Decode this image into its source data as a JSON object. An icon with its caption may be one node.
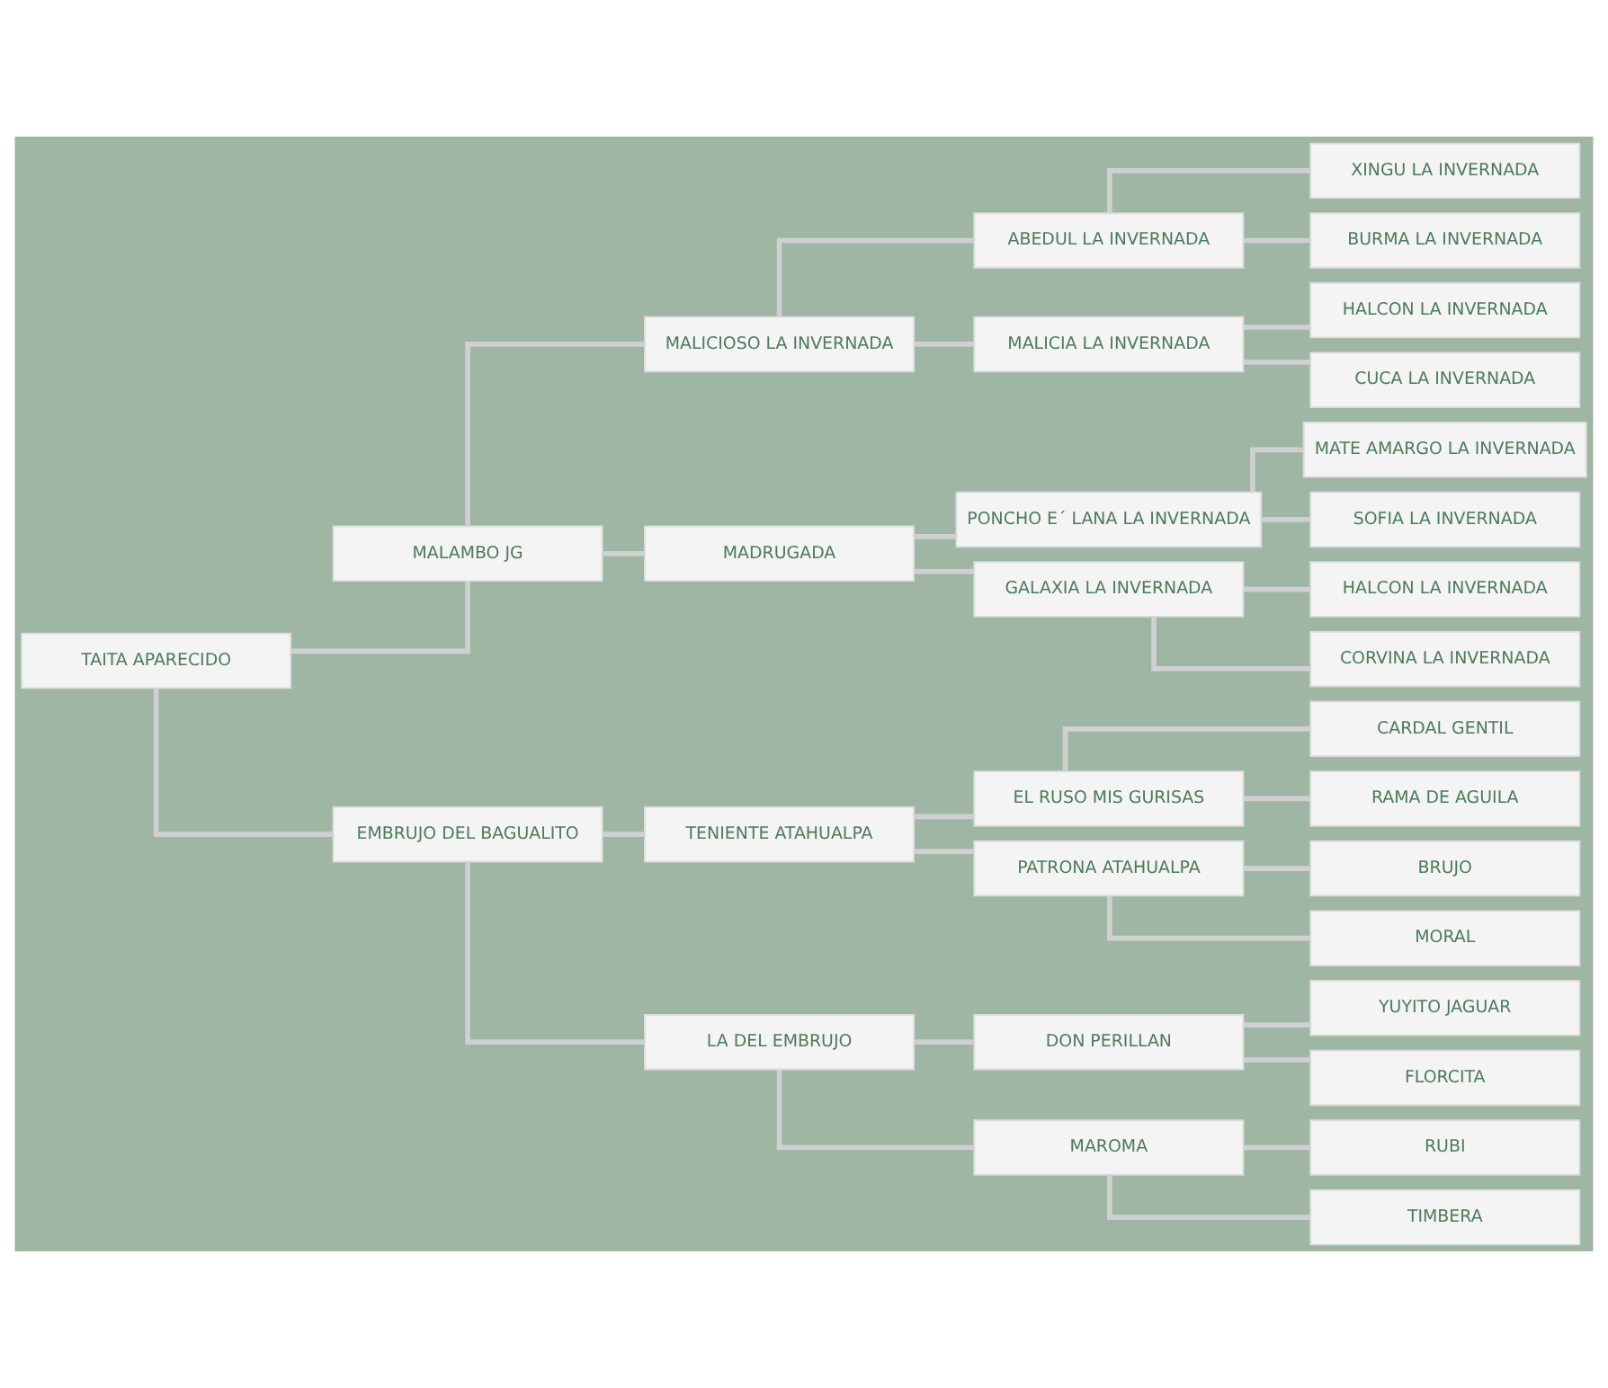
{
  "diagram": {
    "nodes": [
      {
        "text": [
          "TAITA APARECIDO"
        ]
      },
      {
        "text": [
          "MALAMBO JG"
        ]
      },
      {
        "text": [
          "MALICIOSO LA INVERNADA"
        ]
      },
      {
        "text": [
          "ABEDUL LA INVERNADA"
        ]
      },
      {
        "text": [
          "XINGU LA INVERNADA"
        ]
      },
      {
        "text": [
          "BURMA LA INVERNADA"
        ]
      },
      {
        "text": [
          "MALICIA LA INVERNADA"
        ]
      },
      {
        "text": [
          "HALCON LA INVERNADA"
        ]
      },
      {
        "text": [
          "CUCA LA INVERNADA"
        ]
      },
      {
        "text": [
          "MADRUGADA"
        ]
      },
      {
        "text": [
          "PONCHO E´ LANA LA INVERNADA"
        ]
      },
      {
        "text": [
          "MATE AMARGO LA INVERNADA"
        ]
      },
      {
        "text": [
          "SOFIA LA INVERNADA"
        ]
      },
      {
        "text": [
          "GALAXIA LA INVERNADA"
        ]
      },
      {
        "text": [
          "HALCON LA INVERNADA"
        ]
      },
      {
        "text": [
          "CORVINA LA INVERNADA"
        ]
      },
      {
        "text": [
          "EMBRUJO DEL BAGUALITO"
        ]
      },
      {
        "text": [
          "TENIENTE ATAHUALPA"
        ]
      },
      {
        "text": [
          "EL RUSO MIS GURISAS"
        ]
      },
      {
        "text": [
          "CARDAL GENTIL"
        ]
      },
      {
        "text": [
          "RAMA DE AGUILA"
        ]
      },
      {
        "text": [
          "PATRONA ATAHUALPA"
        ]
      },
      {
        "text": [
          "BRUJO"
        ]
      },
      {
        "text": [
          "MORAL"
        ]
      },
      {
        "text": [
          "LA DEL EMBRUJO"
        ]
      },
      {
        "text": [
          "DON PERILLAN"
        ]
      },
      {
        "text": [
          "YUYITO JAGUAR"
        ]
      },
      {
        "text": [
          "FLORCITA"
        ]
      },
      {
        "text": [
          "MAROMA"
        ]
      },
      {
        "text": [
          "RUBI"
        ]
      },
      {
        "text": [
          "TIMBERA"
        ]
      }
    ],
    "edges": [
      {
        "from": 0,
        "to": 1,
        "arrow": "none"
      },
      {
        "from": 0,
        "to": 16,
        "arrow": "none"
      },
      {
        "from": 1,
        "to": 2,
        "arrow": "none"
      },
      {
        "from": 1,
        "to": 9,
        "arrow": "none"
      },
      {
        "from": 2,
        "to": 3,
        "arrow": "none"
      },
      {
        "from": 2,
        "to": 6,
        "arrow": "none"
      },
      {
        "from": 3,
        "to": 4,
        "arrow": "none"
      },
      {
        "from": 3,
        "to": 5,
        "arrow": "none"
      },
      {
        "from": 6,
        "to": 7,
        "arrow": "none"
      },
      {
        "from": 6,
        "to": 8,
        "arrow": "none"
      },
      {
        "from": 9,
        "to": 10,
        "arrow": "none"
      },
      {
        "from": 9,
        "to": 13,
        "arrow": "none"
      },
      {
        "from": 10,
        "to": 11,
        "arrow": "none"
      },
      {
        "from": 10,
        "to": 12,
        "arrow": "none"
      },
      {
        "from": 13,
        "to": 14,
        "arrow": "none"
      },
      {
        "from": 13,
        "to": 15,
        "arrow": "none"
      },
      {
        "from": 16,
        "to": 17,
        "arrow": "none"
      },
      {
        "from": 16,
        "to": 24,
        "arrow": "none"
      },
      {
        "from": 17,
        "to": 18,
        "arrow": "none"
      },
      {
        "from": 17,
        "to": 21,
        "arrow": "none"
      },
      {
        "from": 18,
        "to": 19,
        "arrow": "none"
      },
      {
        "from": 18,
        "to": 20,
        "arrow": "none"
      },
      {
        "from": 21,
        "to": 22,
        "arrow": "none"
      },
      {
        "from": 21,
        "to": 23,
        "arrow": "none"
      },
      {
        "from": 24,
        "to": 25,
        "arrow": "none"
      },
      {
        "from": 24,
        "to": 28,
        "arrow": "none"
      },
      {
        "from": 25,
        "to": 26,
        "arrow": "none"
      },
      {
        "from": 25,
        "to": 27,
        "arrow": "none"
      },
      {
        "from": 28,
        "to": 29,
        "arrow": "none"
      },
      {
        "from": 28,
        "to": 30,
        "arrow": "none"
      }
    ]
  }
}
